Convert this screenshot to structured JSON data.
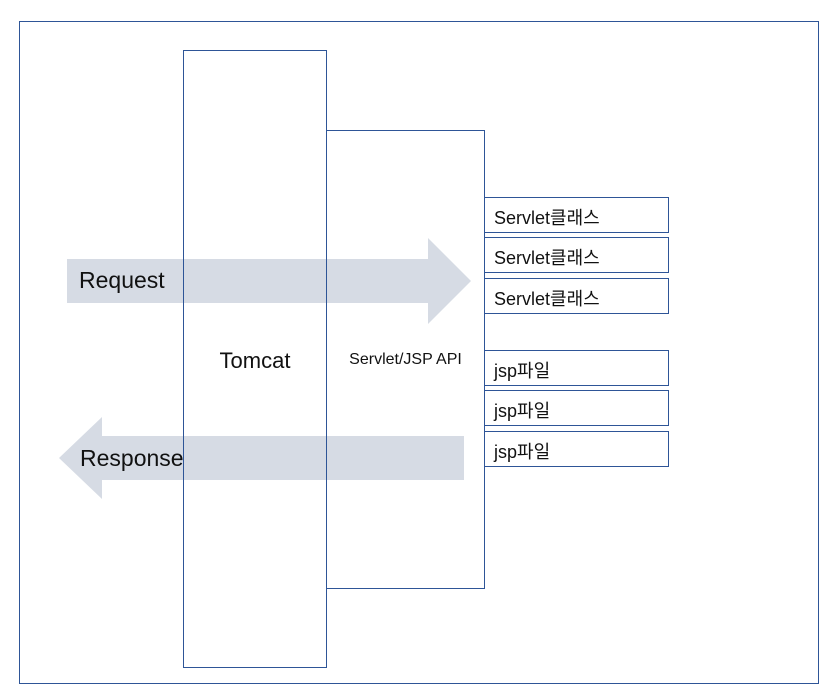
{
  "diagram": {
    "tomcat_label": "Tomcat",
    "api_label": "Servlet/JSP API",
    "request_label": "Request",
    "response_label": "Response",
    "servlet_classes": [
      "Servlet클래스",
      "Servlet클래스",
      "Servlet클래스"
    ],
    "jsp_files": [
      "jsp파일",
      "jsp파일",
      "jsp파일"
    ],
    "colors": {
      "border": "#2e5597",
      "arrow_fill": "#d6dbe4"
    }
  }
}
